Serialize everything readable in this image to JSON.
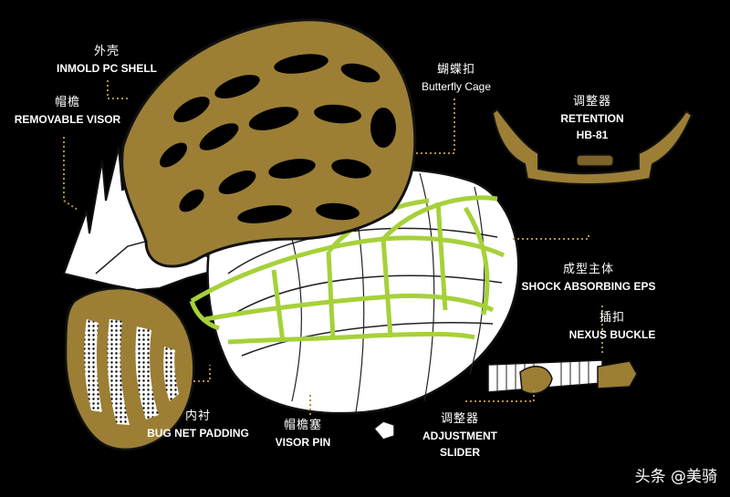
{
  "labels": {
    "shell": {
      "zh": "外壳",
      "en": "INMOLD PC SHELL"
    },
    "visor": {
      "zh": "帽檐",
      "en": "REMOVABLE VISOR"
    },
    "butterfly": {
      "zh": "蝴蝶扣",
      "en": "Butterfly Cage"
    },
    "retention": {
      "zh": "调整器",
      "en": "RETENTION",
      "en2": "HB-81"
    },
    "eps": {
      "zh": "成型主体",
      "en": "SHOCK ABSORBING EPS"
    },
    "buckle": {
      "zh": "插扣",
      "en": "NEXUS BUCKLE"
    },
    "padding": {
      "zh": "内衬",
      "en": "BUG NET PADDING"
    },
    "visorpin": {
      "zh": "帽檐塞",
      "en": "VISOR PIN"
    },
    "slider": {
      "zh": "调整器",
      "en": "ADJUSTMENT",
      "en2": "SLIDER"
    }
  },
  "watermark": "头条 @美骑",
  "colors": {
    "background": "#000000",
    "shell_gold": "#9c7f35",
    "cage_green": "#a6d13a",
    "eps_white": "#ffffff",
    "leader_gold": "#b08f45"
  }
}
